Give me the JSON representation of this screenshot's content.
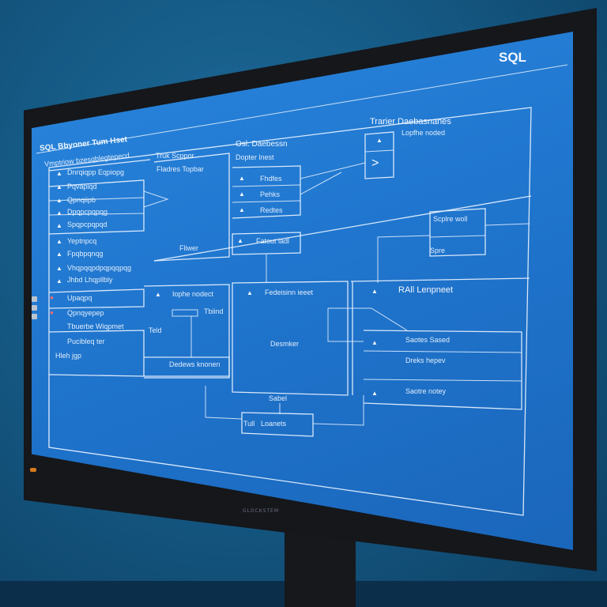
{
  "header": {
    "brand": "SQL"
  },
  "left_panel": {
    "title": "SQL Bbyoner Tum Hset",
    "subtitle": "Vmptriow bzesqblegtepecd",
    "rows": [
      "Dnrqiqpp Eqpiopg",
      "Pqvapiqd",
      "Qpnqiipb",
      "Dpqpcpqpqg",
      "Spqpcpqpqd",
      "Yeptnpcq",
      "Fpqbpqnqg",
      "Vhqpqqpdpqpqqpqg",
      "Jhbd Lhqpllbly",
      "Upaqpq",
      "Qpnqyepep",
      "Tbuerbe Wiqpmet",
      "Pucibleq ter",
      "Hleh jgp"
    ]
  },
  "center": {
    "truk_label": "Truk Scppor",
    "fladres_topbar": "Fladres Topbar",
    "osl_label": "Osl. Daebessn",
    "dopter_label": "Dopter lnest",
    "list": [
      "Fhdfes",
      "Pehks",
      "Redtes"
    ],
    "flower": "Fliwer",
    "fatout": "Fatout ladl",
    "topne": "Iophe nodect",
    "teld": "Teld",
    "tblind": "Tbiind",
    "deletes": "Dedews knonen",
    "feldeisinn": "Fedeisinn ieeet",
    "desmker": "Desmker",
    "sabel": "Sabel",
    "loanets": "Loanets",
    "tull": "Tull"
  },
  "right": {
    "trarier": "Trarier Daebasnanes",
    "lophe": "Lopfhe noded",
    "spohe": "Scplre woll",
    "spre": "Spre",
    "rail": "RAll Lenpneet",
    "fields": [
      "Saotes Sased",
      "Dreks hepev",
      "Saotre notey"
    ]
  },
  "bezel": {
    "brand_text": "GLOCKSTEM"
  },
  "colors": {
    "screen": "#1f74cc",
    "lines": "#e8f2ff",
    "bezel": "#15171b",
    "led": "#d67a1c"
  }
}
